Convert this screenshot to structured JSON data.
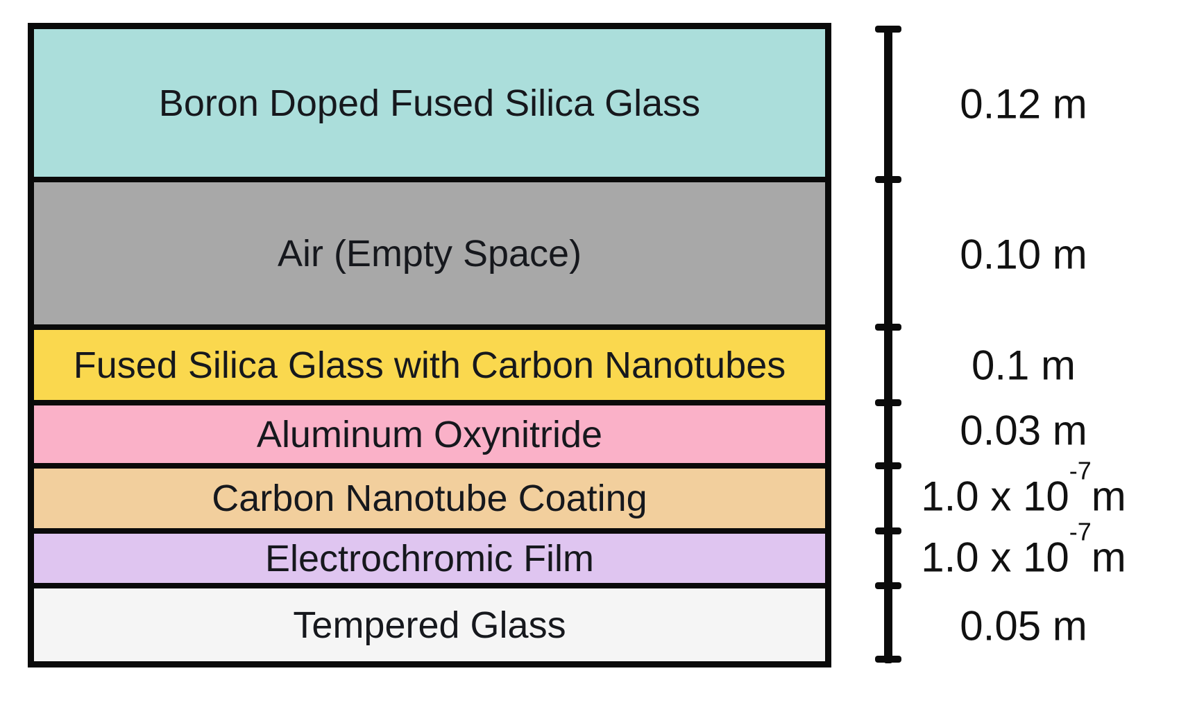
{
  "diagram": {
    "description": "Material layer stack cross-section with thickness scale",
    "layers": [
      {
        "name": "Boron Doped Fused Silica Glass",
        "color": "#abdedb",
        "thickness": "0.12 m"
      },
      {
        "name": "Air (Empty Space)",
        "color": "#a8a8a8",
        "thickness": "0.10 m"
      },
      {
        "name": "Fused Silica Glass with Carbon Nanotubes",
        "color": "#fad84e",
        "thickness": "0.1 m"
      },
      {
        "name": "Aluminum Oxynitride",
        "color": "#fab1c8",
        "thickness": "0.03 m"
      },
      {
        "name": "Carbon Nanotube Coating",
        "color": "#f2cf9d",
        "thickness_base": "1.0 x 10",
        "thickness_exp": "-7",
        "thickness_unit": "m"
      },
      {
        "name": "Electrochromic Film",
        "color": "#dfc5f0",
        "thickness_base": "1.0 x 10",
        "thickness_exp": "-7",
        "thickness_unit": "m"
      },
      {
        "name": "Tempered Glass",
        "color": "#f5f5f5",
        "thickness": "0.05 m"
      }
    ],
    "scale": {
      "line_color": "#0b0b0b"
    }
  }
}
